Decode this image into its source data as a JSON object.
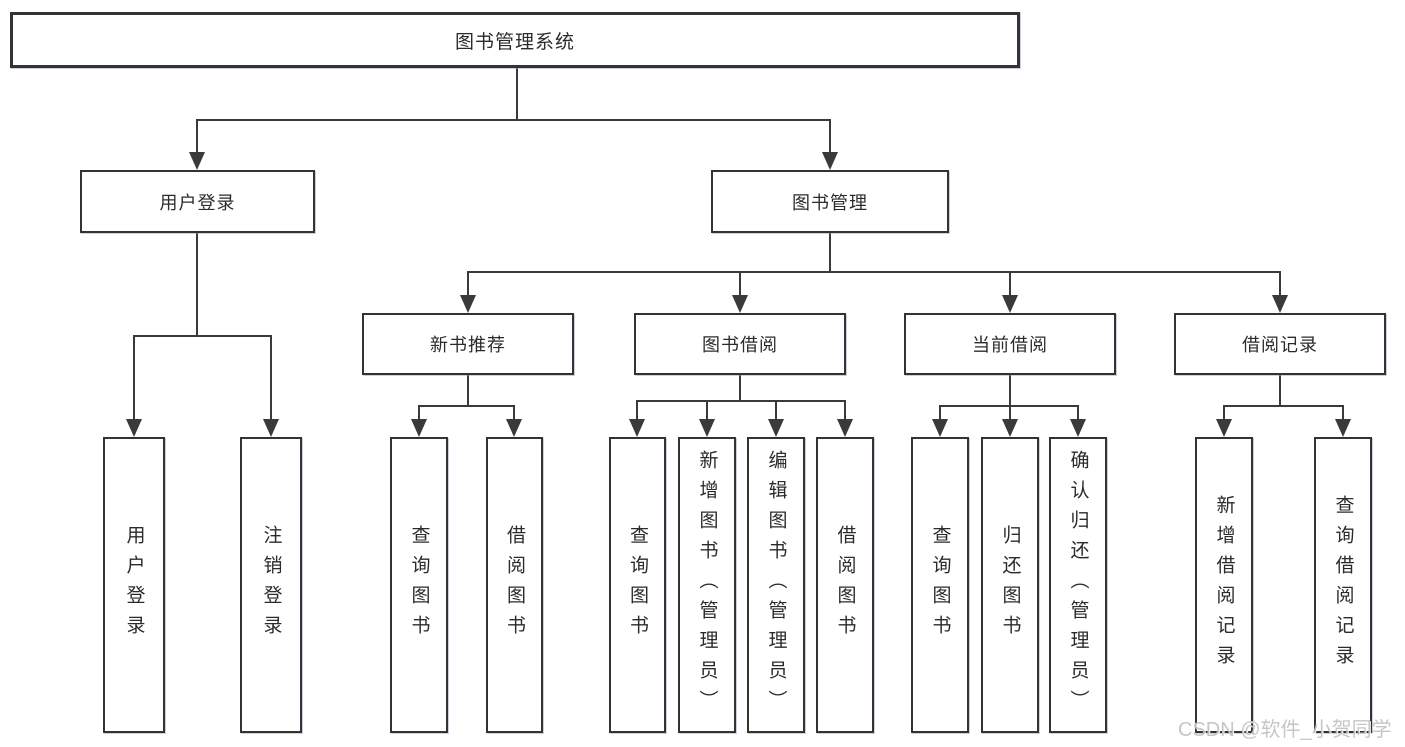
{
  "colors": {
    "line": "#3a3a3a",
    "box_border": "#333333",
    "box_background": "#ffffff",
    "text": "#2b2b2b",
    "watermark_text_color": "#c2c2c2"
  },
  "diagram": {
    "root": {
      "label": "图书管理系统"
    },
    "level2": [
      {
        "label": "用户登录"
      },
      {
        "label": "图书管理"
      }
    ],
    "level3": [
      {
        "label": "新书推荐"
      },
      {
        "label": "图书借阅"
      },
      {
        "label": "当前借阅"
      },
      {
        "label": "借阅记录"
      }
    ],
    "leaves": [
      {
        "label": "用户登录"
      },
      {
        "label": "注销登录"
      },
      {
        "label": "查询图书"
      },
      {
        "label": "借阅图书"
      },
      {
        "label": "查询图书"
      },
      {
        "label": "新增图书（管理员）"
      },
      {
        "label": "编辑图书（管理员）"
      },
      {
        "label": "借阅图书"
      },
      {
        "label": "查询图书"
      },
      {
        "label": "归还图书"
      },
      {
        "label": "确认归还（管理员）"
      },
      {
        "label": "新增借阅记录"
      },
      {
        "label": "查询借阅记录"
      }
    ]
  },
  "watermark": {
    "text": "CSDN @软件_小贺同学"
  }
}
